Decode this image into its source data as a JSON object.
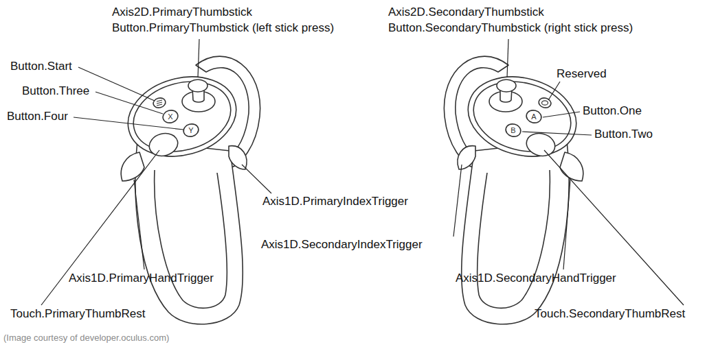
{
  "diagram": {
    "caption": "(Image courtesy of developer.oculus.com)",
    "labels": [
      "Axis2D.PrimaryThumbstick",
      "Button.PrimaryThumbstick (left stick press)",
      "Button.Start",
      "Button.Three",
      "Button.Four",
      "X",
      "Y",
      "Axis1D.PrimaryIndexTrigger",
      "Axis1D.PrimaryHandTrigger",
      "Touch.PrimaryThumbRest",
      "Axis2D.SecondaryThumbstick",
      "Button.SecondaryThumbstick (right stick press)",
      "Reserved",
      "Button.One",
      "Button.Two",
      "A",
      "B",
      "Axis1D.SecondaryIndexTrigger",
      "Axis1D.SecondaryHandTrigger",
      "Touch.SecondaryThumbRest"
    ]
  }
}
